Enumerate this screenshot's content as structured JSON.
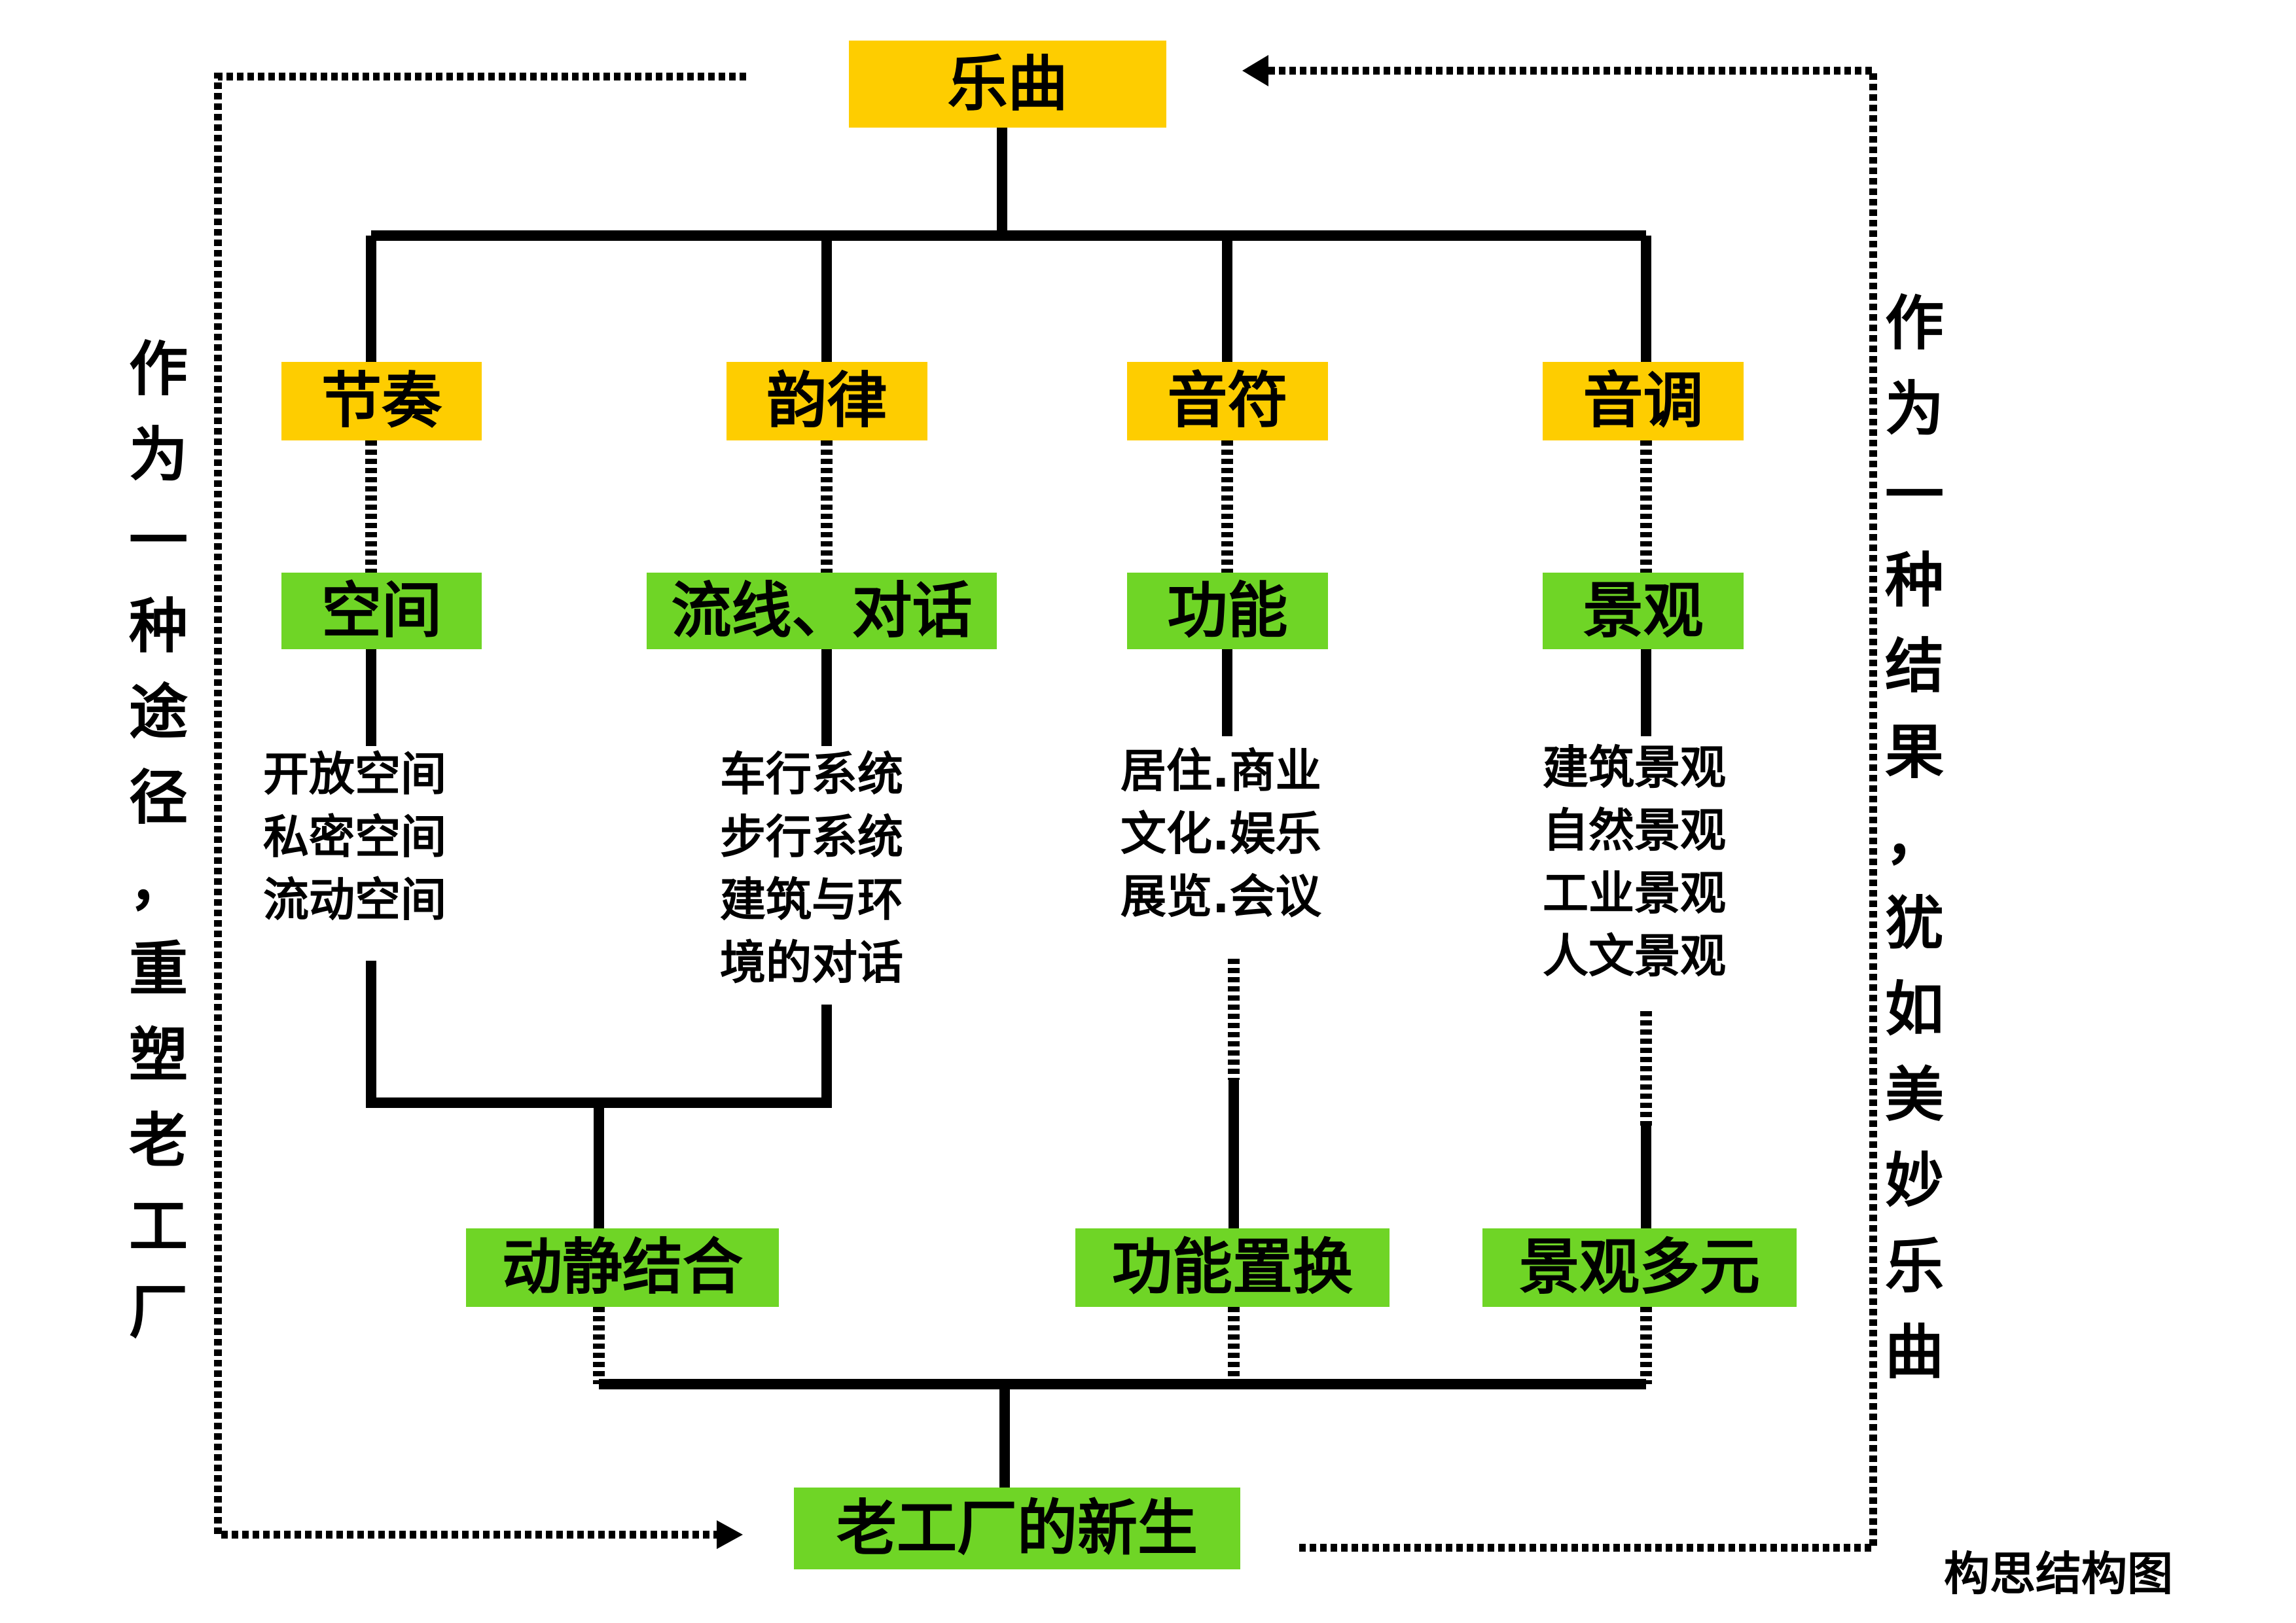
{
  "colors": {
    "tier1_box": "#fecd00",
    "tier2_box": "#6fd526",
    "line": "#000000",
    "background": "#ffffff"
  },
  "root": {
    "label": "乐曲"
  },
  "tier1": [
    {
      "label": "节奏"
    },
    {
      "label": "韵律"
    },
    {
      "label": "音符"
    },
    {
      "label": "音调"
    }
  ],
  "tier2": [
    {
      "label": "空间"
    },
    {
      "label": "流线、对话"
    },
    {
      "label": "功能"
    },
    {
      "label": "景观"
    }
  ],
  "lists": [
    {
      "items": [
        "开放空间",
        "私密空间",
        "流动空间"
      ]
    },
    {
      "items": [
        "车行系统",
        "步行系统",
        "建筑与环",
        "境的对话"
      ]
    },
    {
      "items": [
        "居住.商业",
        "文化.娱乐",
        "展览.会议"
      ]
    },
    {
      "items": [
        "建筑景观",
        "自然景观",
        "工业景观",
        "人文景观"
      ]
    }
  ],
  "results": [
    {
      "label": "动静结合"
    },
    {
      "label": "功能置换"
    },
    {
      "label": "景观多元"
    }
  ],
  "bottom": {
    "label": "老工厂的新生"
  },
  "left_side": {
    "chars": [
      "作",
      "为",
      "一",
      "种",
      "途",
      "径",
      "，",
      "重",
      "塑",
      "老",
      "工",
      "厂"
    ]
  },
  "right_side": {
    "chars": [
      "作",
      "为",
      "一",
      "种",
      "结",
      "果",
      "，",
      "犹",
      "如",
      "美",
      "妙",
      "乐",
      "曲"
    ]
  },
  "caption": "构思结构图"
}
